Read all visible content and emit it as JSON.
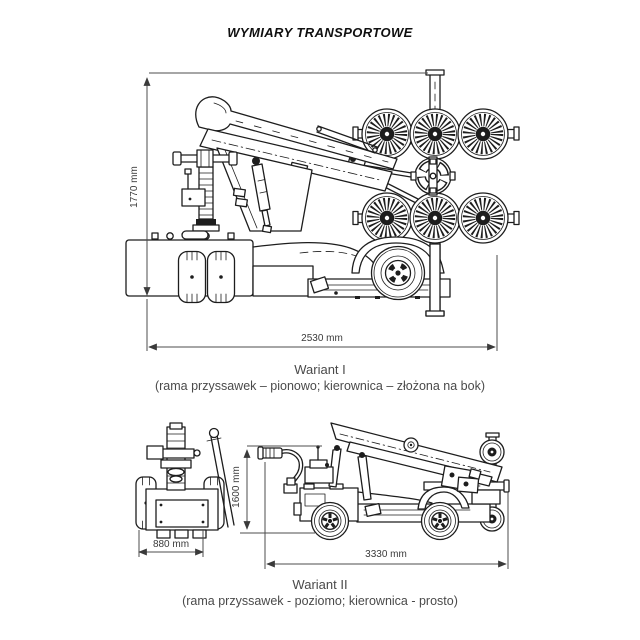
{
  "title": "WYMIARY TRANSPORTOWE",
  "variant1": {
    "name": "Wariant I",
    "description": "(rama przyssawek – pionowo; kierownica – złożona na bok)",
    "dimensions": {
      "height": "1770 mm",
      "length": "2530 mm"
    }
  },
  "variant2": {
    "name": "Wariant II",
    "description": "(rama przyssawek - poziomo; kierownica - prosto)",
    "dimensions": {
      "width": "880 mm",
      "height": "1600 mm",
      "length": "3330 mm"
    }
  },
  "colors": {
    "line": "#1d1d1d",
    "dimension": "#3a3a3a",
    "caption": "#4a4a4a",
    "background": "#ffffff"
  }
}
